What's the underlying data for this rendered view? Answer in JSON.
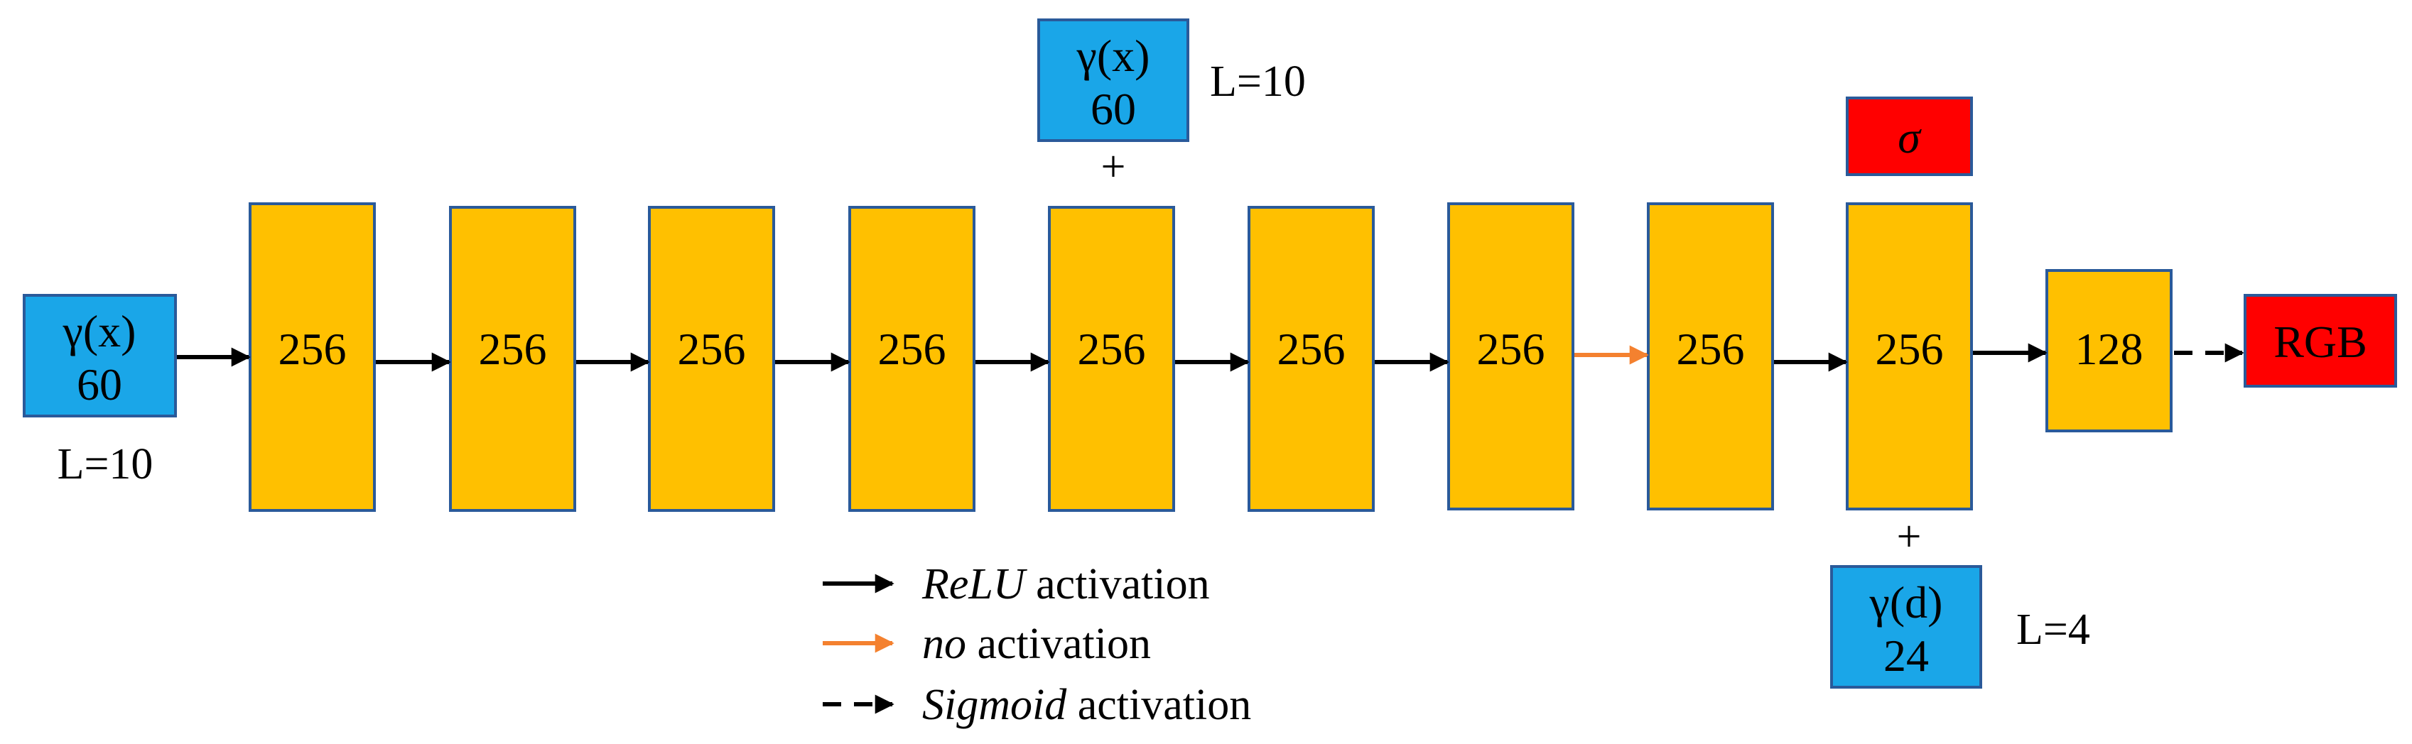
{
  "colors": {
    "layer": "#FFC000",
    "encoding": "#1AA6E8",
    "output": "#FF0000",
    "relu_arrow": "#000000",
    "no_act_arrow": "#F4812F",
    "sigmoid_arrow": "#000000"
  },
  "inputs": {
    "position_top": {
      "line1": "γ(x)",
      "line2": "60",
      "freq": "L=10"
    },
    "position_left": {
      "line1": "γ(x)",
      "line2": "60",
      "freq": "L=10"
    },
    "direction": {
      "line1": "γ(d)",
      "line2": "24",
      "freq": "L=4"
    }
  },
  "concat_symbol": "+",
  "layers": [
    "256",
    "256",
    "256",
    "256",
    "256",
    "256",
    "256",
    "256",
    "256",
    "128"
  ],
  "outputs": {
    "density": "σ",
    "color": "RGB"
  },
  "legend": [
    {
      "italic": "ReLU",
      "rest": " activation",
      "style": "relu"
    },
    {
      "italic": "no",
      "rest": " activation",
      "style": "none"
    },
    {
      "italic": "Sigmoid",
      "rest": " activation",
      "style": "sigmoid"
    }
  ]
}
